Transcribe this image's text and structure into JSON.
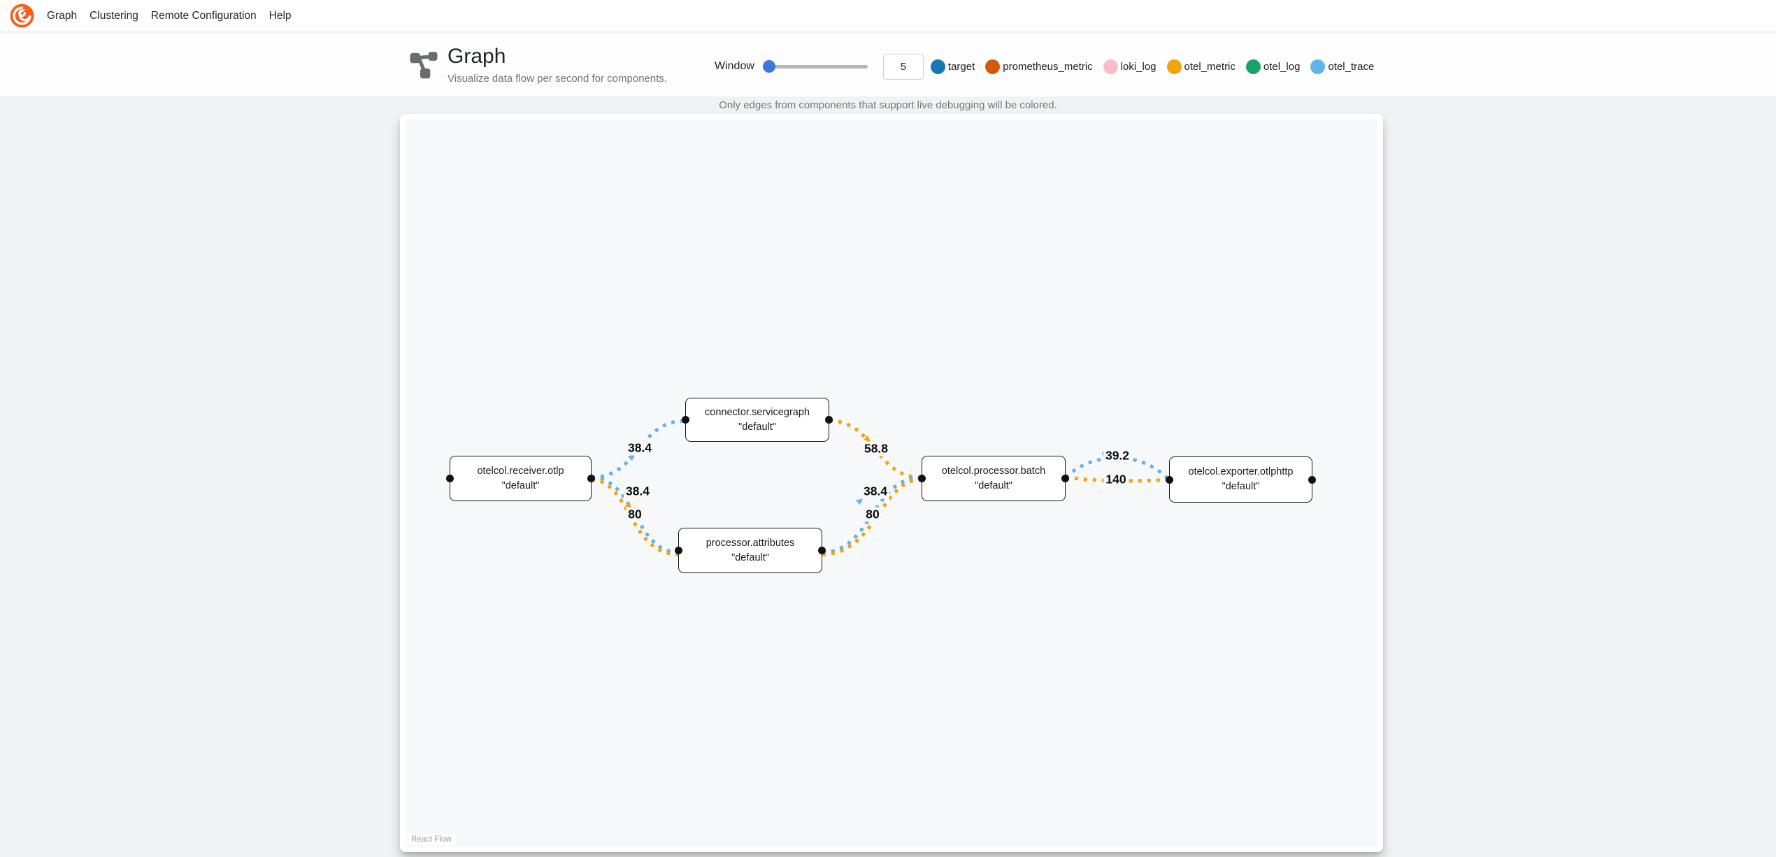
{
  "nav": {
    "items": [
      "Graph",
      "Clustering",
      "Remote Configuration",
      "Help"
    ]
  },
  "header": {
    "title": "Graph",
    "subtitle": "Visualize data flow per second for components.",
    "window_label": "Window",
    "window_value": "5"
  },
  "legend": [
    {
      "label": "target"
    },
    {
      "label": "prometheus_metric"
    },
    {
      "label": "loki_log"
    },
    {
      "label": "otel_metric"
    },
    {
      "label": "otel_log"
    },
    {
      "label": "otel_trace"
    }
  ],
  "note": "Only edges from components that support live debugging will be colored.",
  "graph": {
    "nodes": [
      {
        "name": "otelcol.receiver.otlp",
        "instance": "\"default\""
      },
      {
        "name": "connector.servicegraph",
        "instance": "\"default\""
      },
      {
        "name": "processor.attributes",
        "instance": "\"default\""
      },
      {
        "name": "otelcol.processor.batch",
        "instance": "\"default\""
      },
      {
        "name": "otelcol.exporter.otlphttp",
        "instance": "\"default\""
      }
    ],
    "edges": [
      {
        "from": "otelcol.receiver.otlp",
        "to": "connector.servicegraph",
        "type": "otel_trace",
        "label": "38.4"
      },
      {
        "from": "otelcol.receiver.otlp",
        "to": "processor.attributes",
        "type": "otel_trace",
        "label": "38.4"
      },
      {
        "from": "otelcol.receiver.otlp",
        "to": "processor.attributes",
        "type": "otel_metric",
        "label": "80"
      },
      {
        "from": "connector.servicegraph",
        "to": "otelcol.processor.batch",
        "type": "otel_metric",
        "label": "58.8"
      },
      {
        "from": "processor.attributes",
        "to": "otelcol.processor.batch",
        "type": "otel_trace",
        "label": "38.4"
      },
      {
        "from": "processor.attributes",
        "to": "otelcol.processor.batch",
        "type": "otel_metric",
        "label": "80"
      },
      {
        "from": "otelcol.processor.batch",
        "to": "otelcol.exporter.otlphttp",
        "type": "otel_trace",
        "label": "39.2"
      },
      {
        "from": "otelcol.processor.batch",
        "to": "otelcol.exporter.otlphttp",
        "type": "otel_metric",
        "label": "140"
      }
    ]
  },
  "canvas": {
    "attribution": "React Flow"
  },
  "colors": {
    "target": "#1878b4",
    "prometheus_metric": "#d3590e",
    "loki_log": "#f9bdca",
    "otel_metric": "#f3a40c",
    "otel_log": "#17a267",
    "otel_trace": "#5fb6ea",
    "slider_accent": "#3c78d9",
    "brand": "#f4601e"
  }
}
